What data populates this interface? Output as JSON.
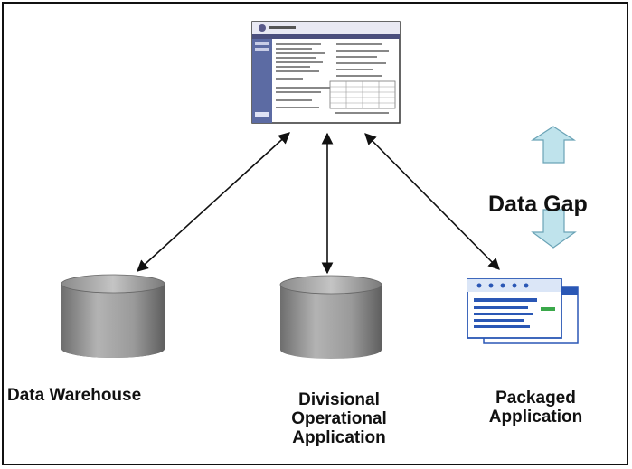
{
  "diagram": {
    "center_node": {
      "icon": "web-application-screenshot-icon"
    },
    "nodes": [
      {
        "id": "dw",
        "label": "Data Warehouse",
        "icon": "database-cylinder-icon"
      },
      {
        "id": "div",
        "label": "Divisional Operational Application",
        "icon": "database-cylinder-icon"
      },
      {
        "id": "pkg",
        "label": "Packaged Application",
        "icon": "application-windows-icon"
      }
    ],
    "edges": [
      {
        "from": "center",
        "to": "dw",
        "type": "bidirectional"
      },
      {
        "from": "center",
        "to": "div",
        "type": "bidirectional"
      },
      {
        "from": "center",
        "to": "pkg",
        "type": "bidirectional"
      }
    ],
    "data_gap": {
      "label": "Data Gap",
      "up_icon": "up-arrow-icon",
      "down_icon": "down-arrow-icon"
    }
  },
  "colors": {
    "border": "#111111",
    "cylinder": "#9a9a9a",
    "cylinder_dark": "#6e6e6e",
    "gap_arrow_fill": "#bfe3ec",
    "gap_arrow_stroke": "#6aa3b6",
    "app_window_blue": "#2a57b5",
    "app_window_light": "#dbe6f7",
    "app_window_green": "#3aa84a",
    "app_window_red": "#c0322d"
  }
}
